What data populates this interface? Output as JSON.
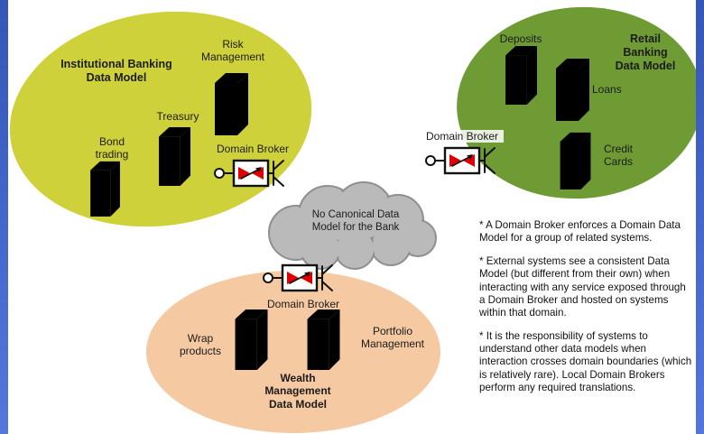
{
  "colors": {
    "page_bg": "#ffffff",
    "side_bar": "#3f63c9",
    "institutional_fill": "#cfd13a",
    "retail_fill": "#6e9b33",
    "wealth_fill": "#f5c9a2",
    "yellow_front": "#f2efa2",
    "yellow_top": "#faf8d0",
    "yellow_side": "#cdc878",
    "yellow_stroke": "#8f8c55",
    "green_front": "#49771e",
    "green_top": "#5a8d26",
    "green_side": "#365c17",
    "green_stroke": "#2c4a12",
    "orange_front": "#e2622a",
    "orange_top": "#ef8045",
    "orange_side": "#b54b1c",
    "orange_stroke": "#9c3f14",
    "cloud_fill": "#bababa",
    "cloud_stroke": "#8f8f8f",
    "broker_red": "#dd0000",
    "text_dark": "#1c1c1c"
  },
  "broker_label": "Domain Broker",
  "cloud_text": "No Canonical Data Model for the Bank",
  "domains": {
    "institutional": {
      "title": "Institutional Banking Data Model",
      "systems": {
        "bond": "Bond trading",
        "treasury": "Treasury",
        "risk": "Risk Management"
      }
    },
    "retail": {
      "title": "Retail Banking Data Model",
      "systems": {
        "deposits": "Deposits",
        "loans": "Loans",
        "credit": "Credit Cards"
      }
    },
    "wealth": {
      "title": "Wealth Management Data Model",
      "systems": {
        "wrap": "Wrap products",
        "portfolio": "Portfolio Management"
      }
    }
  },
  "notes": [
    "* A Domain Broker enforces a Domain Data Model for a group of related systems.",
    "* External systems see a consistent Data Model (but different from their own) when interacting with any service exposed through a Domain Broker and hosted on systems within that domain.",
    "* It is the responsibility of systems to understand other data models when interaction crosses domain boundaries (which is relatively rare). Local Domain Brokers perform any required translations."
  ]
}
